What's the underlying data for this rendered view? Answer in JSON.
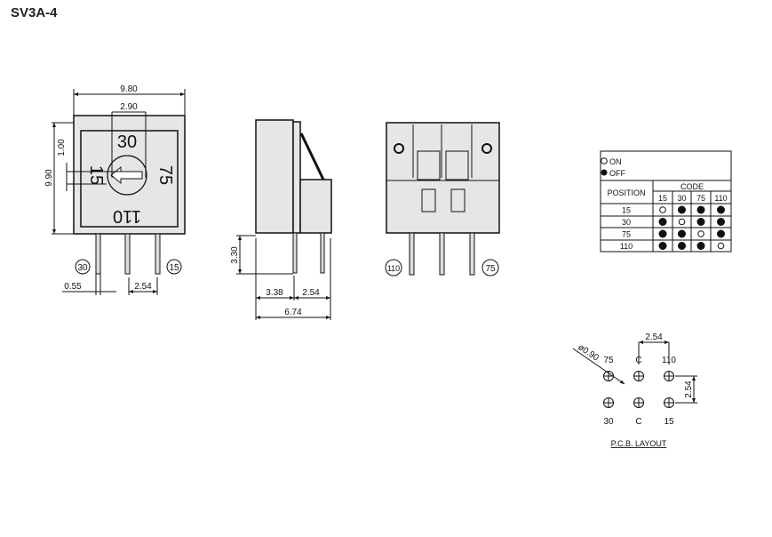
{
  "title": "SV3A-4",
  "front_view": {
    "width_dim": "9.80",
    "knob_dim": "2.90",
    "height_dim": "9.90",
    "offset_dim": "1.00",
    "pin_dim": "0.55",
    "pitch_dim": "2.54",
    "dial_labels": [
      "30",
      "15",
      "75",
      "110"
    ],
    "pin_labels": [
      "30",
      "15"
    ]
  },
  "side_view": {
    "pin_length_dim": "3.30",
    "dim_a": "3.38",
    "dim_b": "2.54",
    "total_dim": "6.74"
  },
  "back_view": {
    "pin_labels": [
      "110",
      "75"
    ]
  },
  "code_table": {
    "legend_on": "ON",
    "legend_off": "OFF",
    "position_header": "POSITION",
    "code_header": "CODE",
    "columns": [
      "15",
      "30",
      "75",
      "110"
    ],
    "rows": [
      {
        "position": "15",
        "states": [
          "ON",
          "OFF",
          "OFF",
          "OFF"
        ]
      },
      {
        "position": "30",
        "states": [
          "OFF",
          "ON",
          "OFF",
          "OFF"
        ]
      },
      {
        "position": "75",
        "states": [
          "OFF",
          "OFF",
          "ON",
          "OFF"
        ]
      },
      {
        "position": "110",
        "states": [
          "OFF",
          "OFF",
          "OFF",
          "ON"
        ]
      }
    ]
  },
  "pcb_layout": {
    "hole_dim": "ø0.90",
    "pitch_h": "2.54",
    "pitch_v": "2.54",
    "top_labels": [
      "75",
      "C",
      "110"
    ],
    "bottom_labels": [
      "30",
      "C",
      "15"
    ],
    "caption": "P.C.B.  LAYOUT"
  }
}
